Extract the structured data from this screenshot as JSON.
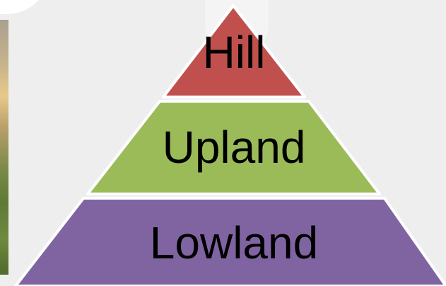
{
  "pyramid": {
    "levels": [
      {
        "label": "Hill",
        "color": "#c0504d"
      },
      {
        "label": "Upland",
        "color": "#9bbb59"
      },
      {
        "label": "Lowland",
        "color": "#8064a2"
      }
    ]
  }
}
